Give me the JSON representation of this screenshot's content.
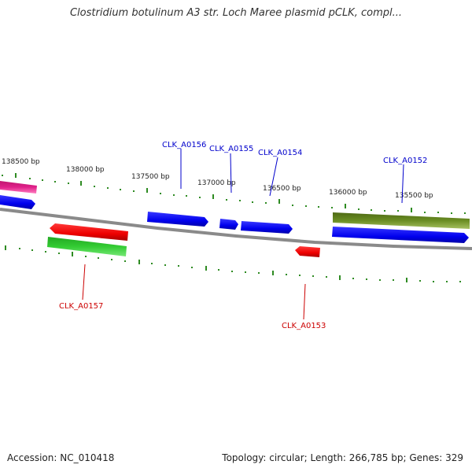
{
  "title": "Clostridium botulinum A3 str. Loch Maree plasmid pCLK, compl...",
  "footer": {
    "accession": "Accession: NC_010418",
    "summary": "Topology: circular; Length: 266,785 bp; Genes: 329"
  },
  "colors": {
    "forward_gene": "#0000ee",
    "reverse_gene": "#ee0000",
    "forward_label": "#0000cc",
    "reverse_label": "#cc0000",
    "green_feature": "#33cc33",
    "olive_feature": "#6b8e23",
    "pink_feature": "#e0208a",
    "backbone": "#888888",
    "tick": "#2e8b22",
    "scale_text": "#222222"
  },
  "scale_labels": [
    "138500 bp",
    "138000 bp",
    "137500 bp",
    "137000 bp",
    "136500 bp",
    "136000 bp",
    "135500 bp"
  ],
  "genes": {
    "forward": [
      "CLK_A0156",
      "CLK_A0155",
      "CLK_A0154",
      "CLK_A0152"
    ],
    "reverse": [
      "CLK_A0157",
      "CLK_A0153"
    ]
  }
}
